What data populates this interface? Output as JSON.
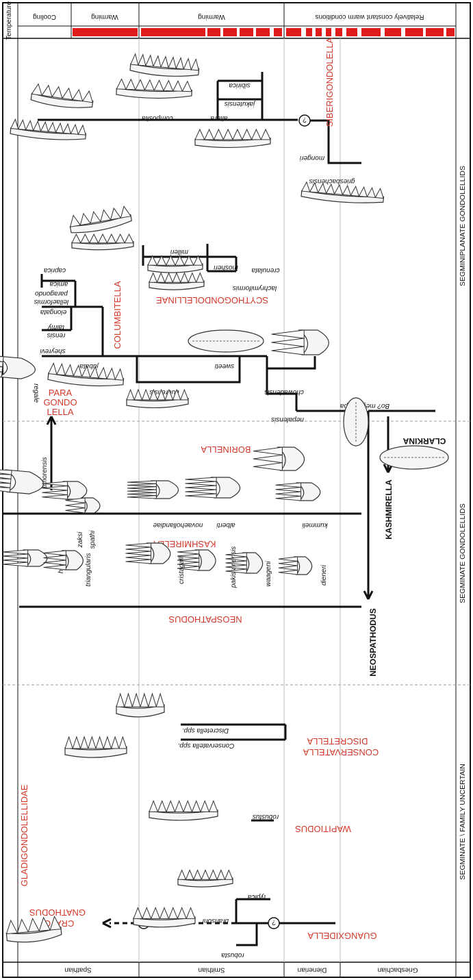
{
  "temperature": {
    "axis_label": "Temperature",
    "regimes": [
      {
        "label": "Cooling"
      },
      {
        "label": "Warming"
      },
      {
        "label": "Warming"
      },
      {
        "label": "Relatively constant warm conditions"
      }
    ],
    "bar_color": "#e01b1b"
  },
  "stages": [
    "Spathian",
    "Smithian",
    "Dienerian",
    "Griesbachian"
  ],
  "groups": [
    "SEGMINIPLANATE GONDOLELLIDS",
    "SEGMINATE GONDOLELLIDS",
    "SEGMINATE \\ FAMILY UNCERTAIN"
  ],
  "genera": {
    "siberigondolella": "SIBERIGONDOLELLA",
    "scythogondolellinae": "SCYTHOGONDOLELLINAE",
    "columbitella": "COLUMBITELLA",
    "paragondolella": [
      "PARA",
      "GONDO",
      "LELLA"
    ],
    "borinella": "BORINELLA",
    "clarkina": "CLARKINA",
    "kashmirella_red": "KASHMIRELLA",
    "kashmirella_black": "KASHMIRELLA",
    "neospathodus_red": "NEOSPATHODUS",
    "neospathodus_black": "NEOSPATHODUS",
    "conservatella": [
      "CONSERVATELLA",
      "DISCRETELLA"
    ],
    "wapitiodus": "WAPITIODUS",
    "guangxidella": "GUANGXIDELLA",
    "cratognathodus": [
      "CRATO-",
      "GNATHODUS"
    ],
    "gladigondolellidae": "GLADIGONDOLELLIDAE"
  },
  "species": {
    "sibirica": "sibirica",
    "jakutensis": "jakutensis",
    "altera": "altera",
    "composita": "composita",
    "mongeri": "mongeri",
    "griesbachensis": "griesbachensis",
    "milleri": "milleri",
    "mosheri": "mosheri",
    "crenulata": "crenulata",
    "lachrymiformis": "lachrymiformis",
    "caprica": "caprica",
    "amica": "amica",
    "paragondo": "paragondo",
    "lellaeformis": "lellaeformis",
    "elongata": "elongata",
    "taimyrensis_1": "taimy",
    "taimyrensis_2": "rensis",
    "sheyrevi": "sheyrevi",
    "jubata": "jubata",
    "sweeti": "sweeti",
    "buurensis": "buurensis",
    "chowadensis": "chowadensis",
    "megacuspa": "Bo? megacuspa",
    "nepalensis": "nepalensis",
    "regale": "regale",
    "timorensis": "timorensis",
    "zaksi": "zaksi",
    "spathi": "spathi",
    "novaehollandiae": "novaehollandiae",
    "alberti": "alberti",
    "kummeli": "kummeli",
    "homeri": "homeri",
    "triangularis": "triangularis",
    "cristagalli": "cristagalli",
    "pakistanensis": "pakistanensis",
    "waageni": "waageni",
    "dieneri": "dieneri",
    "discretella": "Discretella spp.",
    "conservatella": "Conservatella spp.",
    "robustus": "robustus",
    "typica": "typica",
    "bransoni": "bransoni",
    "robusta": "robusta"
  },
  "uncertain_mark": "?"
}
